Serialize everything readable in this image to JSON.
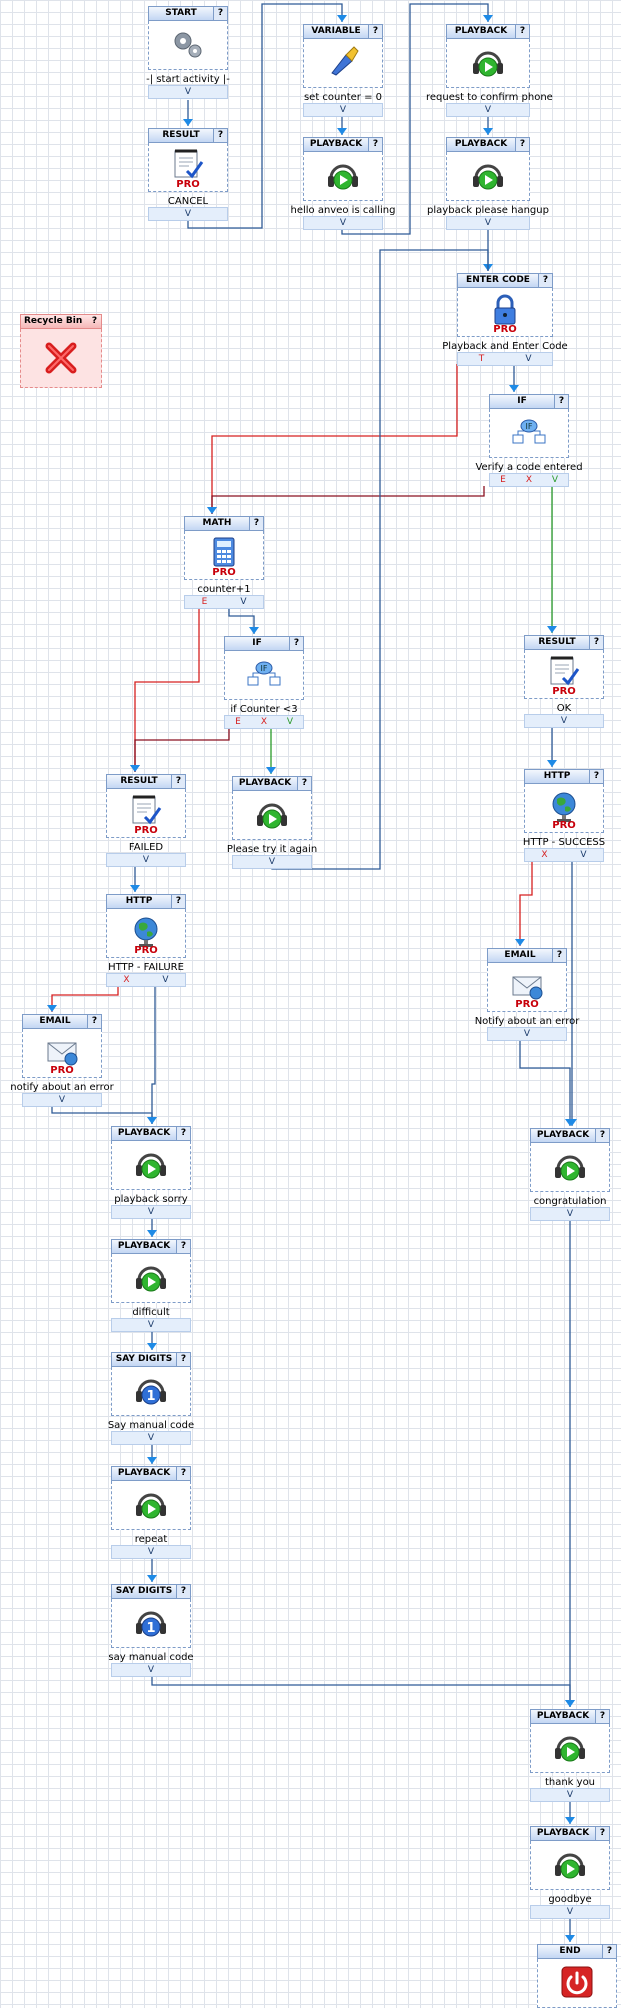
{
  "recycle_bin": {
    "title": "Recycle Bin",
    "help": "?"
  },
  "nodes": [
    {
      "id": "start",
      "type": "START",
      "help": "?",
      "caption": "-| start activity |-",
      "icon": "gears-icon",
      "pro": false,
      "ports": [
        "V"
      ]
    },
    {
      "id": "result_cancel",
      "type": "RESULT",
      "help": "?",
      "caption": "CANCEL",
      "icon": "result-icon",
      "pro": true,
      "ports": [
        "V"
      ]
    },
    {
      "id": "var_counter",
      "type": "VARIABLE",
      "help": "?",
      "caption": "set counter = 0",
      "icon": "brush-icon",
      "pro": false,
      "ports": [
        "V"
      ]
    },
    {
      "id": "pb_hello",
      "type": "PLAYBACK",
      "help": "?",
      "caption": "hello anveo is calling",
      "icon": "headphones-play-icon",
      "pro": false,
      "ports": [
        "V"
      ]
    },
    {
      "id": "pb_request",
      "type": "PLAYBACK",
      "help": "?",
      "caption": "request to confirm phone",
      "icon": "headphones-play-icon",
      "pro": false,
      "ports": [
        "V"
      ]
    },
    {
      "id": "pb_hangup",
      "type": "PLAYBACK",
      "help": "?",
      "caption": "playback please hangup",
      "icon": "headphones-play-icon",
      "pro": false,
      "ports": [
        "V"
      ]
    },
    {
      "id": "enter_code",
      "type": "ENTER CODE",
      "help": "?",
      "caption": "Playback and Enter Code",
      "icon": "lock-icon",
      "pro": true,
      "ports": [
        "T",
        "V"
      ]
    },
    {
      "id": "if_verify",
      "type": "IF",
      "help": "?",
      "caption": "Verify a code entered",
      "icon": "if-icon",
      "pro": false,
      "ports": [
        "E",
        "X",
        "V"
      ]
    },
    {
      "id": "math",
      "type": "MATH",
      "help": "?",
      "caption": "counter+1",
      "icon": "calculator-icon",
      "pro": true,
      "ports": [
        "E",
        "V"
      ]
    },
    {
      "id": "if_counter",
      "type": "IF",
      "help": "?",
      "caption": "if Counter <3",
      "icon": "if-icon",
      "pro": false,
      "ports": [
        "E",
        "X",
        "V"
      ]
    },
    {
      "id": "result_ok",
      "type": "RESULT",
      "help": "?",
      "caption": "OK",
      "icon": "result-icon",
      "pro": true,
      "ports": [
        "V"
      ]
    },
    {
      "id": "http_success",
      "type": "HTTP",
      "help": "?",
      "caption": "HTTP - SUCCESS",
      "icon": "globe-icon",
      "pro": true,
      "ports": [
        "X",
        "V"
      ]
    },
    {
      "id": "result_failed",
      "type": "RESULT",
      "help": "?",
      "caption": "FAILED",
      "icon": "result-icon",
      "pro": true,
      "ports": [
        "V"
      ]
    },
    {
      "id": "pb_try",
      "type": "PLAYBACK",
      "help": "?",
      "caption": "Please try it again",
      "icon": "headphones-play-icon",
      "pro": false,
      "ports": [
        "V"
      ]
    },
    {
      "id": "http_failure",
      "type": "HTTP",
      "help": "?",
      "caption": "HTTP - FAILURE",
      "icon": "globe-icon",
      "pro": true,
      "ports": [
        "X",
        "V"
      ]
    },
    {
      "id": "email_ok",
      "type": "EMAIL",
      "help": "?",
      "caption": "Notify about an error",
      "icon": "email-icon",
      "pro": true,
      "ports": [
        "V"
      ]
    },
    {
      "id": "email_fail",
      "type": "EMAIL",
      "help": "?",
      "caption": "notify about an error",
      "icon": "email-icon",
      "pro": true,
      "ports": [
        "V"
      ]
    },
    {
      "id": "pb_sorry",
      "type": "PLAYBACK",
      "help": "?",
      "caption": "playback sorry",
      "icon": "headphones-play-icon",
      "pro": false,
      "ports": [
        "V"
      ]
    },
    {
      "id": "pb_congrats",
      "type": "PLAYBACK",
      "help": "?",
      "caption": "congratulation",
      "icon": "headphones-play-icon",
      "pro": false,
      "ports": [
        "V"
      ]
    },
    {
      "id": "pb_difficult",
      "type": "PLAYBACK",
      "help": "?",
      "caption": "difficult",
      "icon": "headphones-play-icon",
      "pro": false,
      "ports": [
        "V"
      ]
    },
    {
      "id": "say_manual",
      "type": "SAY DIGITS",
      "help": "?",
      "caption": "Say manual code",
      "icon": "headphones-digit-icon",
      "pro": false,
      "ports": [
        "V"
      ]
    },
    {
      "id": "pb_repeat",
      "type": "PLAYBACK",
      "help": "?",
      "caption": "repeat",
      "icon": "headphones-play-icon",
      "pro": false,
      "ports": [
        "V"
      ]
    },
    {
      "id": "say_manual2",
      "type": "SAY DIGITS",
      "help": "?",
      "caption": "say manual code",
      "icon": "headphones-digit-icon",
      "pro": false,
      "ports": [
        "V"
      ]
    },
    {
      "id": "pb_thanks",
      "type": "PLAYBACK",
      "help": "?",
      "caption": "thank you",
      "icon": "headphones-play-icon",
      "pro": false,
      "ports": [
        "V"
      ]
    },
    {
      "id": "pb_goodbye",
      "type": "PLAYBACK",
      "help": "?",
      "caption": "goodbye",
      "icon": "headphones-play-icon",
      "pro": false,
      "ports": [
        "V"
      ]
    },
    {
      "id": "end",
      "type": "END",
      "help": "?",
      "caption": "",
      "icon": "power-icon",
      "pro": false,
      "ports": []
    }
  ],
  "pro_label": "PRO",
  "colors": {
    "flow": "#2f5b96",
    "arrow": "#1e8ae6",
    "error": "#d62020",
    "dark_error": "#8a1020",
    "success": "#2a9a2a"
  }
}
